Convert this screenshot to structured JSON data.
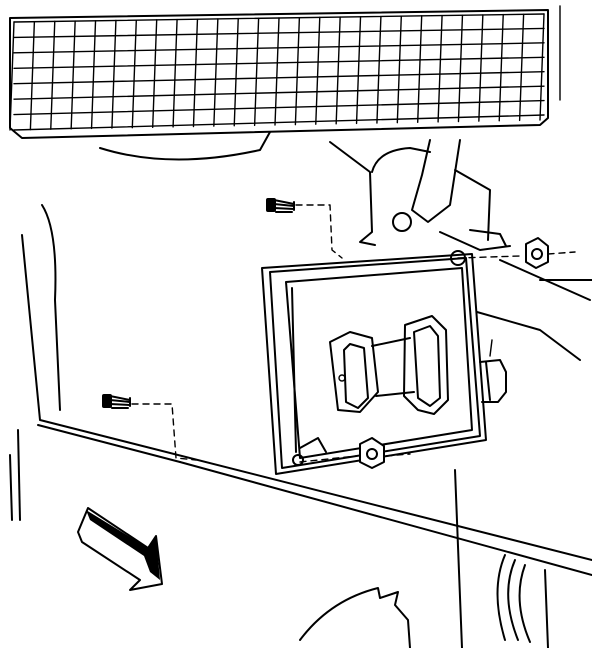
{
  "diagram": {
    "parts": [
      {
        "name": "accelerator-pedal",
        "kind": "pedal"
      },
      {
        "name": "pedal-bracket",
        "kind": "bracket"
      },
      {
        "name": "control-module",
        "kind": "module"
      },
      {
        "name": "module-connector",
        "kind": "connector"
      },
      {
        "name": "module-bolt",
        "kind": "bolt"
      },
      {
        "name": "module-nut",
        "kind": "nut"
      },
      {
        "name": "front-of-vehicle-arrow",
        "kind": "direction-arrow"
      }
    ],
    "fasteners": {
      "bolts": 2,
      "nuts": 2
    },
    "colors": {
      "line": "#000000",
      "background": "#ffffff"
    }
  }
}
